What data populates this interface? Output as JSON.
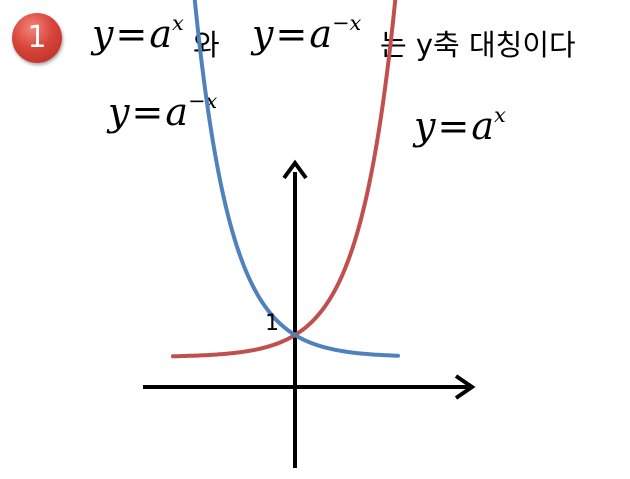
{
  "badge": {
    "number": "1",
    "color": "#c9342b"
  },
  "title": {
    "eq1": {
      "base": "y",
      "equals": "=",
      "a": "a",
      "exp": "x"
    },
    "conj": "와",
    "eq2": {
      "base": "y",
      "equals": "=",
      "a": "a",
      "exp": "−x"
    },
    "rest": "는 y축 대칭이다"
  },
  "labels": {
    "left_curve": {
      "base": "y",
      "equals": "=",
      "a": "a",
      "exp": "−x"
    },
    "right_curve": {
      "base": "y",
      "equals": "=",
      "a": "a",
      "exp": "x"
    },
    "intercept": "1"
  },
  "colors": {
    "curve_a_neg_x": "#4f81bd",
    "curve_a_x": "#c0504d",
    "axes": "#000000"
  },
  "chart_data": {
    "type": "line",
    "series": [
      {
        "name": "y=a^x",
        "function": "a^x",
        "color": "#c0504d"
      },
      {
        "name": "y=a^-x",
        "function": "a^-x",
        "color": "#4f81bd"
      }
    ],
    "y_intercept": 1
  }
}
